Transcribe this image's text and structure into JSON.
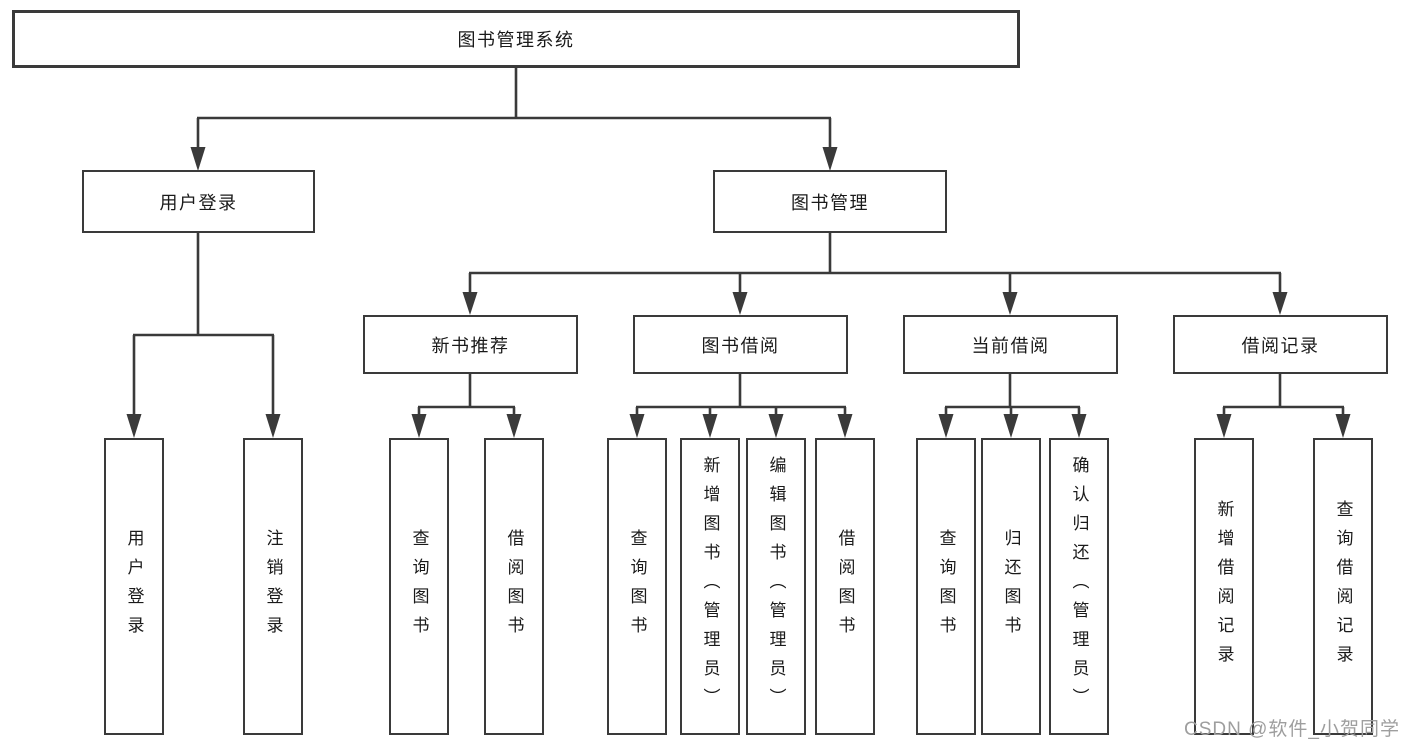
{
  "diagram_type": "hierarchy-tree",
  "watermark": "CSDN @软件_小贺同学",
  "colors": {
    "background": "#ffffff",
    "line": "#3a3a3a",
    "box_border": "#3a3a3a",
    "box_fill": "#ffffff",
    "text": "#1a1a1a",
    "watermark": "#9e9e9e"
  },
  "tree": {
    "label": "图书管理系统",
    "children": [
      {
        "label": "用户登录",
        "children": [
          {
            "label": "用户登录"
          },
          {
            "label": "注销登录"
          }
        ]
      },
      {
        "label": "图书管理",
        "children": [
          {
            "label": "新书推荐",
            "children": [
              {
                "label": "查询图书"
              },
              {
                "label": "借阅图书"
              }
            ]
          },
          {
            "label": "图书借阅",
            "children": [
              {
                "label": "查询图书"
              },
              {
                "label": "新增图书（管理员）"
              },
              {
                "label": "编辑图书（管理员）"
              },
              {
                "label": "借阅图书"
              }
            ]
          },
          {
            "label": "当前借阅",
            "children": [
              {
                "label": "查询图书"
              },
              {
                "label": "归还图书"
              },
              {
                "label": "确认归还（管理员）"
              }
            ]
          },
          {
            "label": "借阅记录",
            "children": [
              {
                "label": "新增借阅记录"
              },
              {
                "label": "查询借阅记录"
              }
            ]
          }
        ]
      }
    ]
  }
}
